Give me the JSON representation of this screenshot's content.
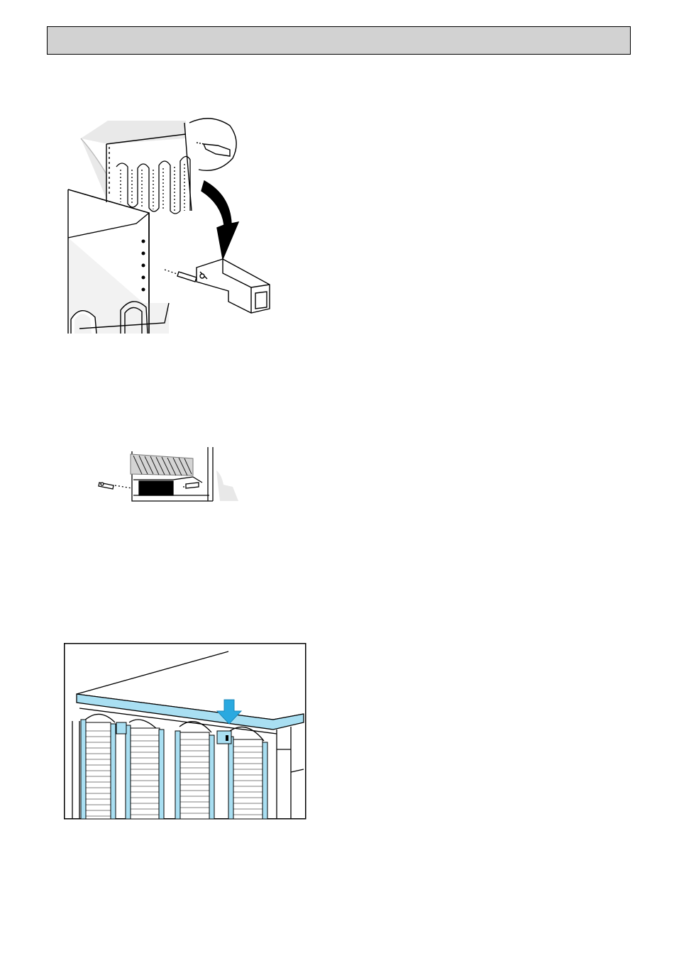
{
  "header": {
    "title": ""
  },
  "figures": [
    {
      "icon": "evaporator-connector-illustration"
    },
    {
      "icon": "evaporator-side-view-illustration"
    },
    {
      "icon": "cabinet-top-coil-illustration"
    }
  ],
  "colors": {
    "header_bg": "#d2d2d2",
    "highlight_blue": "#a9dff2",
    "arrow_blue": "#2aa9e0",
    "line": "#000000"
  }
}
